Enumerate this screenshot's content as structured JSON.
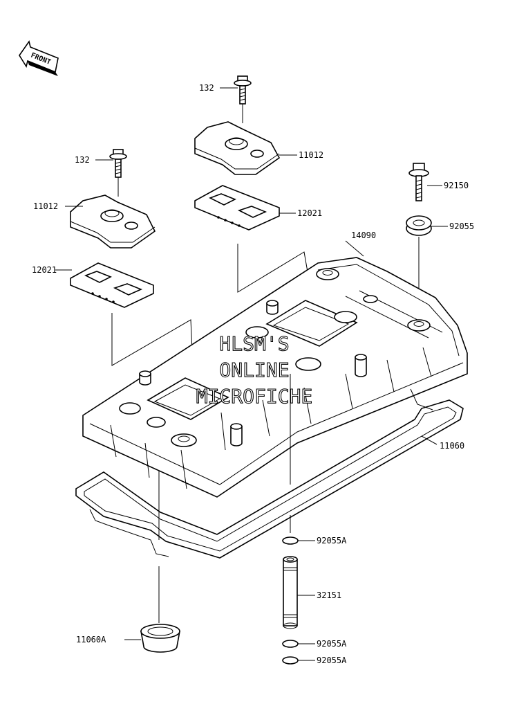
{
  "front_marker": "FRONT",
  "watermark": [
    "HLSM'S",
    "ONLINE",
    "MICROFICHE"
  ],
  "labels": {
    "bolt_132_a": "132",
    "cover_11012_a": "11012",
    "bolt_132_b": "132",
    "cover_11012_b": "11012",
    "gasket_12021_a": "12021",
    "gasket_12021_b": "12021",
    "bolt_92150": "92150",
    "washer_92055": "92055",
    "head_cover_14090": "14090",
    "gasket_11060": "11060",
    "oring_92055A_top": "92055A",
    "pipe_32151": "32151",
    "oring_92055A_mid": "92055A",
    "oring_92055A_bot": "92055A",
    "plug_11060A": "11060A"
  }
}
